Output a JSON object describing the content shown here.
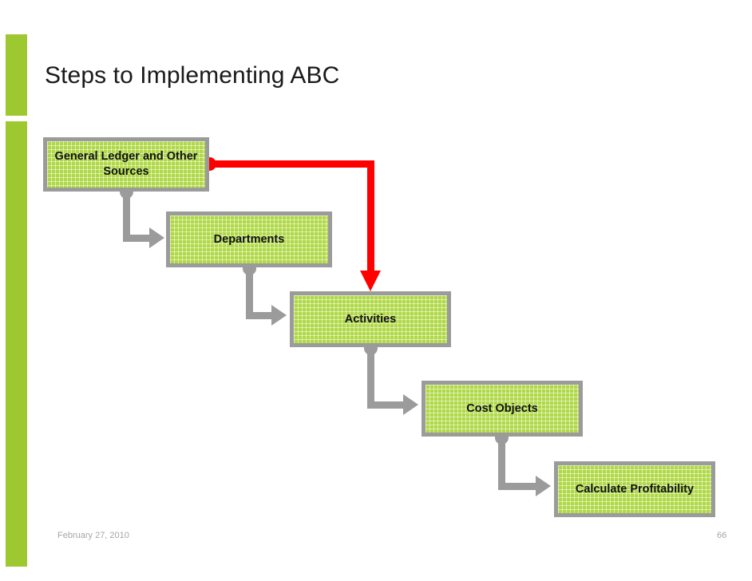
{
  "slide": {
    "title": "Steps to Implementing ABC",
    "page_number": "66",
    "date": "February 27, 2010",
    "accent_color": "#9DC82F",
    "box_fill_color": "#AFD845",
    "box_border_color": "#9B9B9B",
    "connector_color": "#9B9B9B",
    "highlight_connector_color": "#FF0000"
  },
  "diagram": {
    "type": "flow",
    "boxes": [
      {
        "id": "box-1",
        "label": "General Ledger and Other Sources"
      },
      {
        "id": "box-2",
        "label": "Departments"
      },
      {
        "id": "box-3",
        "label": "Activities"
      },
      {
        "id": "box-4",
        "label": "Cost Objects"
      },
      {
        "id": "box-5",
        "label": "Calculate Profitability"
      }
    ],
    "connectors": [
      {
        "from": "box-1",
        "to": "box-2",
        "style": "elbow-gray"
      },
      {
        "from": "box-2",
        "to": "box-3",
        "style": "elbow-gray"
      },
      {
        "from": "box-3",
        "to": "box-4",
        "style": "elbow-gray"
      },
      {
        "from": "box-4",
        "to": "box-5",
        "style": "elbow-gray"
      },
      {
        "from": "box-1",
        "to": "box-3",
        "style": "elbow-red-highlight"
      }
    ]
  }
}
